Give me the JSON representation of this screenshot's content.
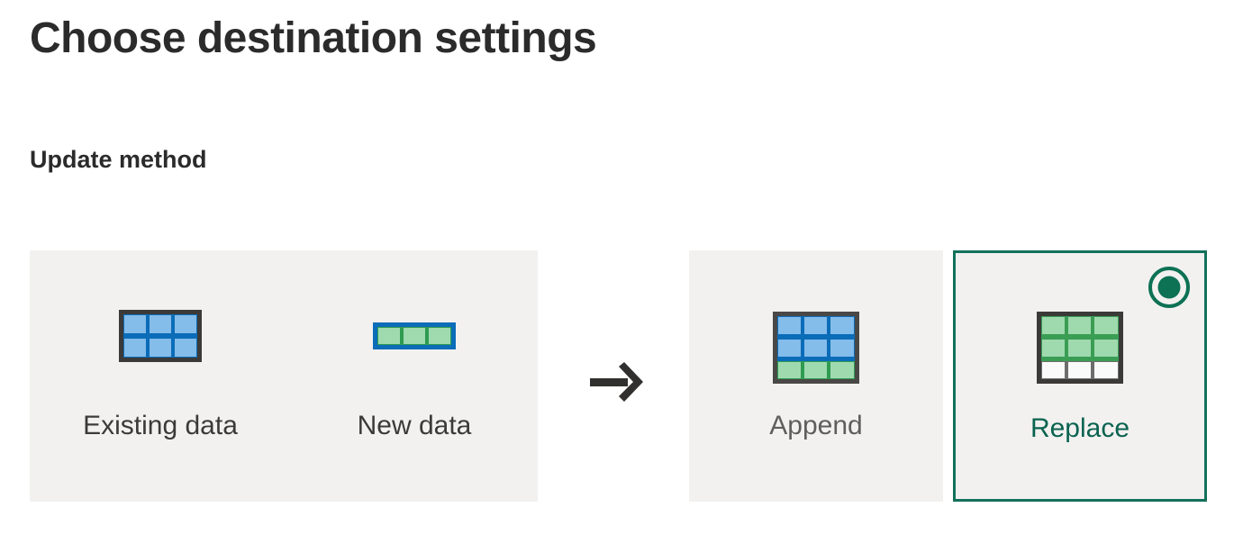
{
  "page": {
    "title": "Choose destination settings",
    "section_heading": "Update method"
  },
  "colors": {
    "panel_bg": "#f2f1f0",
    "page_bg": "#ffffff",
    "title_text": "#2b2b2b",
    "label_text": "#3b3a39",
    "muted_text": "#605e5c",
    "accent_teal": "#13715b",
    "selected_label_text": "#0b6350",
    "existing_cell_blue": "#84bcea",
    "existing_divider_blue": "#0b6cb8",
    "existing_border_dark": "#3b3a39",
    "new_cell_green": "#9fdaaf",
    "new_divider_green": "#2f9b50",
    "new_border_blue": "#0b6cb8",
    "replace_cell_green": "#9fd9ae",
    "replace_divider_green": "#3a9d54",
    "replace_empty_cell": "#fafafa",
    "replace_empty_divider": "#6d6d6d",
    "arrow": "#32302f"
  },
  "source_panel": {
    "items": [
      {
        "key": "existing-data",
        "label": "Existing data",
        "icon": "grid-3x2-blue-icon",
        "rows": 2,
        "cols": 3
      },
      {
        "key": "new-data",
        "label": "New data",
        "icon": "grid-3x1-green-icon",
        "rows": 1,
        "cols": 3
      }
    ]
  },
  "flow": {
    "arrow_icon": "arrow-right-icon"
  },
  "destination_options": [
    {
      "key": "append",
      "label": "Append",
      "icon": "grid-3x3-blue-green-icon",
      "selected": false,
      "rows": 3,
      "cols": 3,
      "filled_rows_blue": 2,
      "filled_rows_green": 1
    },
    {
      "key": "replace",
      "label": "Replace",
      "icon": "grid-3x3-green-empty-icon",
      "selected": true,
      "radio_icon": "radio-selected-icon",
      "rows": 3,
      "cols": 3,
      "filled_rows_green": 2,
      "empty_rows": 1
    }
  ]
}
